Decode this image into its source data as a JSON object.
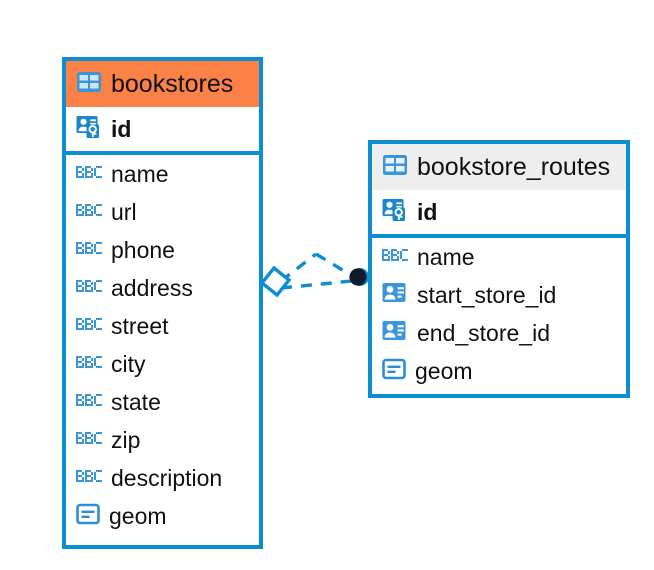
{
  "diagram": {
    "type": "entity-relationship-diagram",
    "colors": {
      "border": "#0c8ed1",
      "accent_header": "#fb8147",
      "plain_header": "#eeeeee",
      "icon_blue": "#3a96d8",
      "link_line": "#0c8ed1",
      "link_dot": "#101a2b",
      "text": "#111111",
      "background": "#ffffff"
    },
    "entities": [
      {
        "name": "bookstores",
        "header_style": "accent",
        "table_icon": "table-icon",
        "fields": [
          {
            "label": "id",
            "icon": "primary-key-icon",
            "bold": true
          },
          {
            "label": "name",
            "icon": "abc-text-icon",
            "bold": false
          },
          {
            "label": "url",
            "icon": "abc-text-icon",
            "bold": false
          },
          {
            "label": "phone",
            "icon": "abc-text-icon",
            "bold": false
          },
          {
            "label": "address",
            "icon": "abc-text-icon",
            "bold": false
          },
          {
            "label": "street",
            "icon": "abc-text-icon",
            "bold": false
          },
          {
            "label": "city",
            "icon": "abc-text-icon",
            "bold": false
          },
          {
            "label": "state",
            "icon": "abc-text-icon",
            "bold": false
          },
          {
            "label": "zip",
            "icon": "abc-text-icon",
            "bold": false
          },
          {
            "label": "description",
            "icon": "abc-text-icon",
            "bold": false
          },
          {
            "label": "geom",
            "icon": "geometry-icon",
            "bold": false
          }
        ]
      },
      {
        "name": "bookstore_routes",
        "header_style": "plain",
        "table_icon": "table-icon",
        "fields": [
          {
            "label": "id",
            "icon": "primary-key-icon",
            "bold": true
          },
          {
            "label": "name",
            "icon": "abc-text-icon",
            "bold": false
          },
          {
            "label": "start_store_id",
            "icon": "foreign-key-icon",
            "bold": false
          },
          {
            "label": "end_store_id",
            "icon": "foreign-key-icon",
            "bold": false
          },
          {
            "label": "geom",
            "icon": "geometry-icon",
            "bold": false
          }
        ]
      }
    ],
    "relationship": {
      "from_entity": "bookstores",
      "to_entity": "bookstore_routes",
      "from_symbol": "diamond-endpoint",
      "to_symbol": "filled-circle-endpoint",
      "line_style": "dashed"
    }
  }
}
